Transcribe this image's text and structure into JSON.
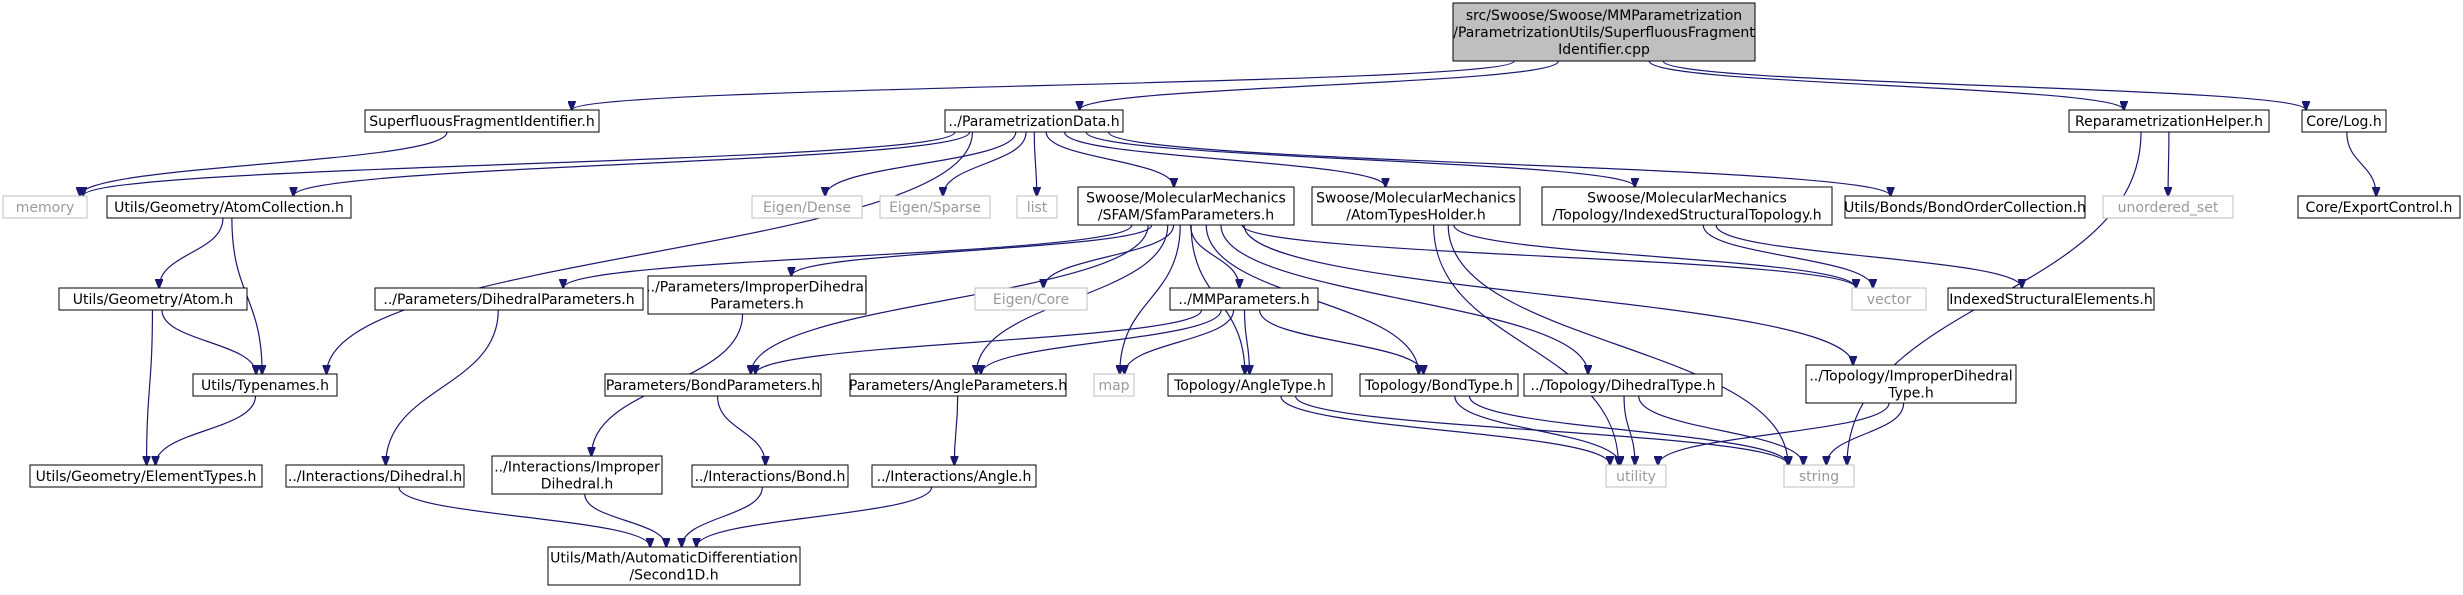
{
  "diagram": {
    "type": "include-dependency-graph",
    "colors": {
      "edge": "#191970",
      "root_fill": "#bfbfbf",
      "node_fill": "#ffffff",
      "system_text": "#9a9a9a"
    },
    "nodes": [
      {
        "id": "root",
        "label": [
          "src/Swoose/Swoose/MMParametrization",
          "/ParametrizationUtils/SuperfluousFragment",
          "Identifier.cpp"
        ],
        "kind": "root"
      },
      {
        "id": "sfi",
        "label": [
          "SuperfluousFragmentIdentifier.h"
        ],
        "kind": "normal"
      },
      {
        "id": "pd",
        "label": [
          "../ParametrizationData.h"
        ],
        "kind": "normal"
      },
      {
        "id": "rh",
        "label": [
          "ReparametrizationHelper.h"
        ],
        "kind": "normal"
      },
      {
        "id": "log",
        "label": [
          "Core/Log.h"
        ],
        "kind": "normal"
      },
      {
        "id": "memory",
        "label": [
          "memory"
        ],
        "kind": "system"
      },
      {
        "id": "atomcoll",
        "label": [
          "Utils/Geometry/AtomCollection.h"
        ],
        "kind": "normal"
      },
      {
        "id": "eigendense",
        "label": [
          "Eigen/Dense"
        ],
        "kind": "system"
      },
      {
        "id": "eigensparse",
        "label": [
          "Eigen/Sparse"
        ],
        "kind": "system"
      },
      {
        "id": "list",
        "label": [
          "list"
        ],
        "kind": "system"
      },
      {
        "id": "sfam",
        "label": [
          "Swoose/MolecularMechanics",
          "/SFAM/SfamParameters.h"
        ],
        "kind": "normal"
      },
      {
        "id": "ath",
        "label": [
          "Swoose/MolecularMechanics",
          "/AtomTypesHolder.h"
        ],
        "kind": "normal"
      },
      {
        "id": "ist",
        "label": [
          "Swoose/MolecularMechanics",
          "/Topology/IndexedStructuralTopology.h"
        ],
        "kind": "normal"
      },
      {
        "id": "boc",
        "label": [
          "Utils/Bonds/BondOrderCollection.h"
        ],
        "kind": "normal"
      },
      {
        "id": "unordered",
        "label": [
          "unordered_set"
        ],
        "kind": "system"
      },
      {
        "id": "export",
        "label": [
          "Core/ExportControl.h"
        ],
        "kind": "normal"
      },
      {
        "id": "atom",
        "label": [
          "Utils/Geometry/Atom.h"
        ],
        "kind": "normal"
      },
      {
        "id": "dihp",
        "label": [
          "../Parameters/DihedralParameters.h"
        ],
        "kind": "normal"
      },
      {
        "id": "impp",
        "label": [
          "../Parameters/ImproperDihedral",
          "Parameters.h"
        ],
        "kind": "normal"
      },
      {
        "id": "eigencore",
        "label": [
          "Eigen/Core"
        ],
        "kind": "system"
      },
      {
        "id": "mmp",
        "label": [
          "../MMParameters.h"
        ],
        "kind": "normal"
      },
      {
        "id": "vector",
        "label": [
          "vector"
        ],
        "kind": "system"
      },
      {
        "id": "ise",
        "label": [
          "IndexedStructuralElements.h"
        ],
        "kind": "normal"
      },
      {
        "id": "typenames",
        "label": [
          "Utils/Typenames.h"
        ],
        "kind": "normal"
      },
      {
        "id": "bondp",
        "label": [
          "Parameters/BondParameters.h"
        ],
        "kind": "normal"
      },
      {
        "id": "anglep",
        "label": [
          "Parameters/AngleParameters.h"
        ],
        "kind": "normal"
      },
      {
        "id": "map",
        "label": [
          "map"
        ],
        "kind": "system"
      },
      {
        "id": "angletype",
        "label": [
          "Topology/AngleType.h"
        ],
        "kind": "normal"
      },
      {
        "id": "bondtype",
        "label": [
          "Topology/BondType.h"
        ],
        "kind": "normal"
      },
      {
        "id": "dihtype",
        "label": [
          "../Topology/DihedralType.h"
        ],
        "kind": "normal"
      },
      {
        "id": "imptype",
        "label": [
          "../Topology/ImproperDihedral",
          "Type.h"
        ],
        "kind": "normal"
      },
      {
        "id": "elemtypes",
        "label": [
          "Utils/Geometry/ElementTypes.h"
        ],
        "kind": "normal"
      },
      {
        "id": "idih",
        "label": [
          "../Interactions/Dihedral.h"
        ],
        "kind": "normal"
      },
      {
        "id": "iimp",
        "label": [
          "../Interactions/Improper",
          "Dihedral.h"
        ],
        "kind": "normal"
      },
      {
        "id": "ibond",
        "label": [
          "../Interactions/Bond.h"
        ],
        "kind": "normal"
      },
      {
        "id": "iangle",
        "label": [
          "../Interactions/Angle.h"
        ],
        "kind": "normal"
      },
      {
        "id": "utility",
        "label": [
          "utility"
        ],
        "kind": "system"
      },
      {
        "id": "string",
        "label": [
          "string"
        ],
        "kind": "system"
      },
      {
        "id": "second1d",
        "label": [
          "Utils/Math/AutomaticDifferentiation",
          "/Second1D.h"
        ],
        "kind": "normal"
      }
    ],
    "edges": [
      [
        "root",
        "sfi"
      ],
      [
        "root",
        "pd"
      ],
      [
        "root",
        "rh"
      ],
      [
        "root",
        "log"
      ],
      [
        "sfi",
        "memory"
      ],
      [
        "pd",
        "memory"
      ],
      [
        "pd",
        "atomcoll"
      ],
      [
        "pd",
        "typenames"
      ],
      [
        "pd",
        "eigendense"
      ],
      [
        "pd",
        "eigensparse"
      ],
      [
        "pd",
        "list"
      ],
      [
        "pd",
        "sfam"
      ],
      [
        "pd",
        "ath"
      ],
      [
        "pd",
        "ist"
      ],
      [
        "pd",
        "boc"
      ],
      [
        "rh",
        "unordered"
      ],
      [
        "rh",
        "string"
      ],
      [
        "log",
        "export"
      ],
      [
        "atomcoll",
        "atom"
      ],
      [
        "atomcoll",
        "typenames"
      ],
      [
        "atom",
        "typenames"
      ],
      [
        "atom",
        "elemtypes"
      ],
      [
        "typenames",
        "elemtypes"
      ],
      [
        "sfam",
        "dihp"
      ],
      [
        "sfam",
        "impp"
      ],
      [
        "sfam",
        "eigencore"
      ],
      [
        "sfam",
        "mmp"
      ],
      [
        "sfam",
        "map"
      ],
      [
        "sfam",
        "bondp"
      ],
      [
        "sfam",
        "anglep"
      ],
      [
        "sfam",
        "angletype"
      ],
      [
        "sfam",
        "bondtype"
      ],
      [
        "sfam",
        "dihtype"
      ],
      [
        "sfam",
        "imptype"
      ],
      [
        "sfam",
        "vector"
      ],
      [
        "ath",
        "vector"
      ],
      [
        "ath",
        "utility"
      ],
      [
        "ath",
        "string"
      ],
      [
        "ist",
        "vector"
      ],
      [
        "ist",
        "ise"
      ],
      [
        "dihp",
        "idih"
      ],
      [
        "impp",
        "iimp"
      ],
      [
        "mmp",
        "map"
      ],
      [
        "mmp",
        "bondp"
      ],
      [
        "mmp",
        "anglep"
      ],
      [
        "mmp",
        "angletype"
      ],
      [
        "mmp",
        "bondtype"
      ],
      [
        "bondp",
        "ibond"
      ],
      [
        "anglep",
        "iangle"
      ],
      [
        "angletype",
        "utility"
      ],
      [
        "angletype",
        "string"
      ],
      [
        "bondtype",
        "utility"
      ],
      [
        "bondtype",
        "string"
      ],
      [
        "dihtype",
        "utility"
      ],
      [
        "dihtype",
        "string"
      ],
      [
        "imptype",
        "utility"
      ],
      [
        "imptype",
        "string"
      ],
      [
        "idih",
        "second1d"
      ],
      [
        "iimp",
        "second1d"
      ],
      [
        "ibond",
        "second1d"
      ],
      [
        "iangle",
        "second1d"
      ]
    ]
  }
}
